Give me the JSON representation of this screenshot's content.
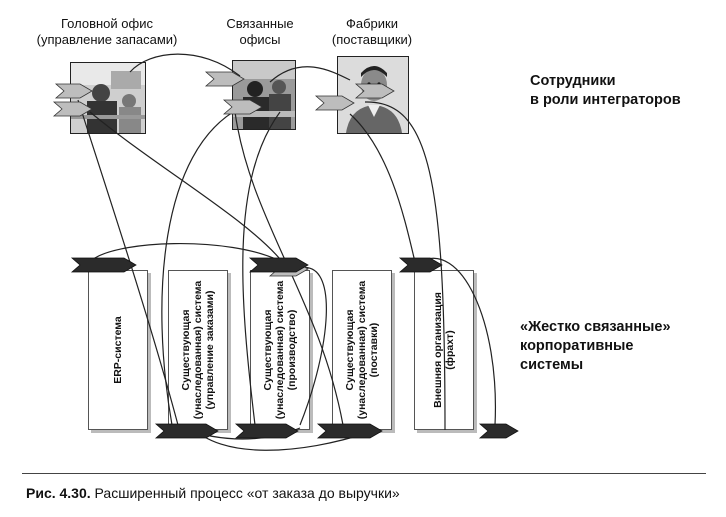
{
  "roles": [
    {
      "id": "hq",
      "label_line1": "Головной офис",
      "label_line2": "(управление запасами)"
    },
    {
      "id": "offices",
      "label_line1": "Связанные",
      "label_line2": "офисы"
    },
    {
      "id": "factories",
      "label_line1": "Фабрики",
      "label_line2": "(поставщики)"
    }
  ],
  "integrators_label": {
    "line1": "Сотрудники",
    "line2": "в роли интеграторов"
  },
  "systems": [
    {
      "id": "erp",
      "label": "ERP-система"
    },
    {
      "id": "orders",
      "label": "Существующая (унаследованная) система (управление заказами)"
    },
    {
      "id": "production",
      "label": "Существующая (унаследованная) система (производство)"
    },
    {
      "id": "supply",
      "label": "Существующая (унаследованная) система (поставки)"
    },
    {
      "id": "freight",
      "label": "Внешняя организация (фрахт)"
    }
  ],
  "systems_label": {
    "line1": "«Жестко связанные»",
    "line2": "корпоративные",
    "line3": "системы"
  },
  "caption": {
    "number": "Рис. 4.30.",
    "text": "Расширенный процесс «от заказа до выручки»"
  },
  "colors": {
    "arrow_dark": "#2b2b2b",
    "arrow_light": "#bdbdbd",
    "line": "#222222"
  }
}
